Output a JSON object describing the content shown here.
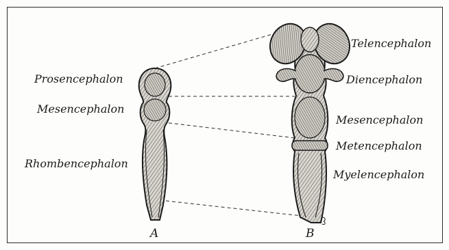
{
  "labels_left": [
    "Prosencephalon",
    "Mesencephalon",
    "Rhombencephalon"
  ],
  "labels_right": [
    "Telencephalon",
    "Diencephalon",
    "Mesencephalon",
    "Metencephalon",
    "Myelencephalon"
  ],
  "stage_a": "A",
  "stage_b": "B",
  "colors": {
    "ink": "#1a1a1a",
    "paper": "#fdfdfb",
    "tissue": "#d6d3cc"
  }
}
